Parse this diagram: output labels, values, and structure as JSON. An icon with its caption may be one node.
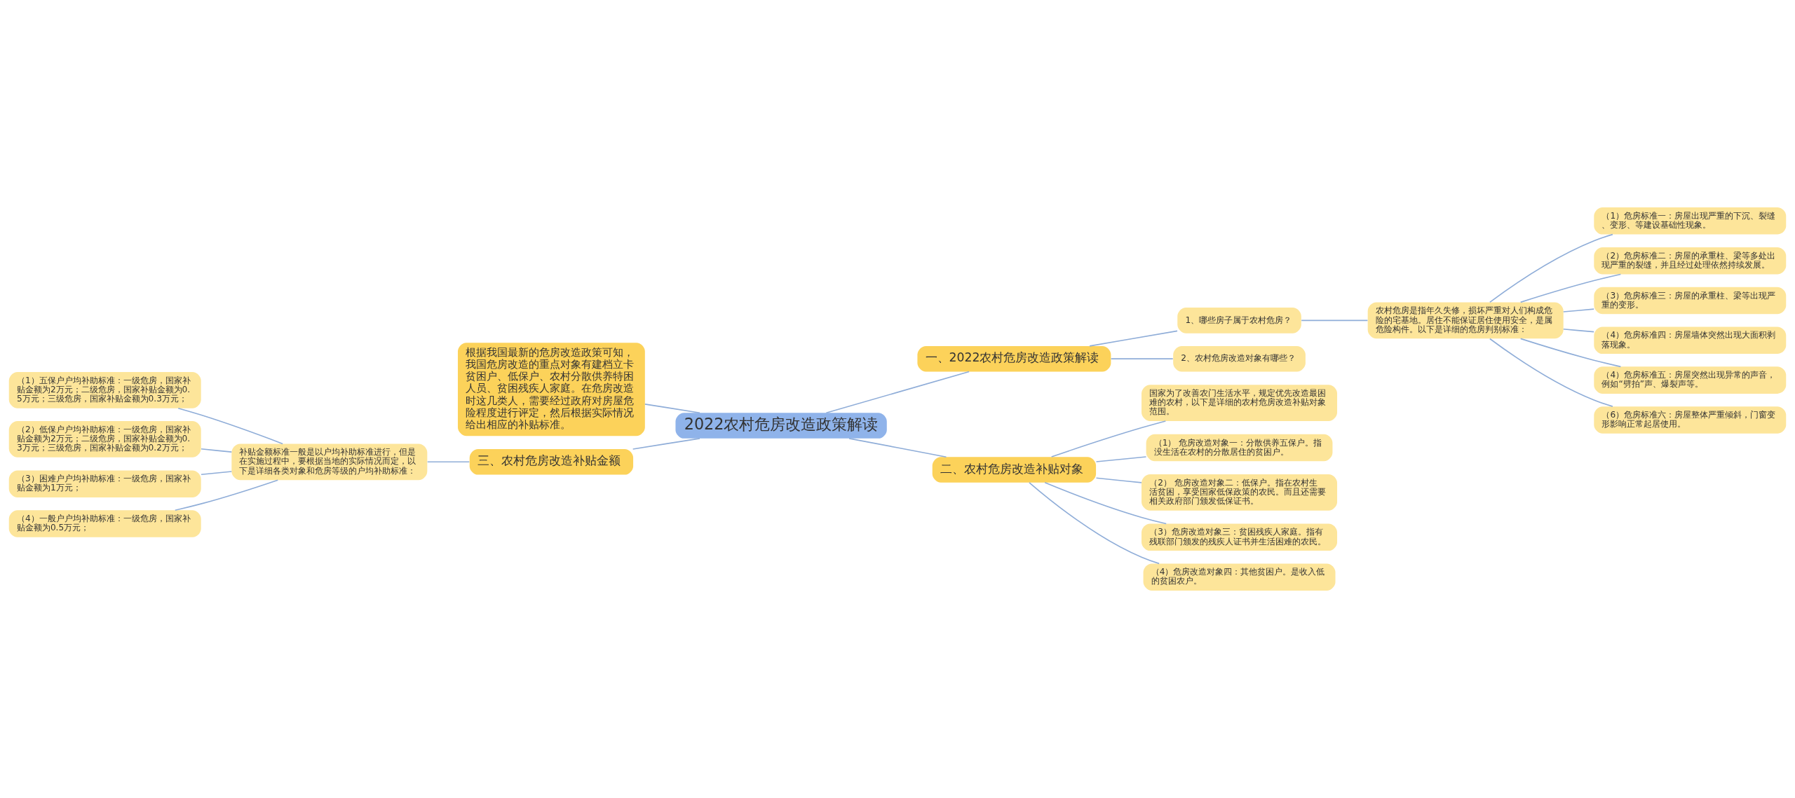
{
  "diagram": {
    "nodes": [
      {
        "text": [
          "2022农村危房改造政策解读"
        ]
      },
      {
        "text": [
          "一、2022农村危房改造政策解读"
        ]
      },
      {
        "text": [
          "1、哪些房子属于农村危房？"
        ]
      },
      {
        "text": [
          "农村危房是指年久失修，损坏严重对人们构成危险的宅基地。居住不能保证居住使用安全，是属危险构件。以下是详细的危房判别标准："
        ]
      },
      {
        "text": [
          "（1）危房标准一：房屋出现严重的下沉、裂缝、变形、等建设基础性现象。"
        ]
      },
      {
        "text": [
          "（2）危房标准二：房屋的承重柱、梁等多处出现严重的裂缝，并且经过处理依然持续发展。"
        ]
      },
      {
        "text": [
          "（3）危房标准三：房屋的承重柱、梁等出现严重的变形。"
        ]
      },
      {
        "text": [
          "（4）危房标准四：房屋墙体突然出现大面积剥落现象。"
        ]
      },
      {
        "text": [
          "（4）危房标准五：房屋突然出现异常的声音，例如“劈拍”声、爆裂声等。"
        ]
      },
      {
        "text": [
          "（6）危房标准六：房屋整体严重倾斜，门窗变形影响正常起居使用。"
        ]
      },
      {
        "text": [
          "2、农村危房改造对象有哪些？"
        ]
      },
      {
        "text": [
          "二、农村危房改造补贴对象"
        ]
      },
      {
        "text": [
          "国家为了改善农门生活水平，规定优先改造最困难的农村，以下是详细的农村危房改造补贴对象范围。"
        ]
      },
      {
        "text": [
          "（1） 危房改造对象一：分散供养五保户。指没生活在农村的分散居住的贫困户。"
        ]
      },
      {
        "text": [
          "（2） 危房改造对象二：低保户。指在农村生活贫困，享受国家低保政策的农民。而且还需要相关政府部门颁发低保证书。"
        ]
      },
      {
        "text": [
          "（3）危房改造对象三：贫困残疾人家庭。指有残联部门颁发的残疾人证书并生活困难的农民。"
        ]
      },
      {
        "text": [
          "（4）危房改造对象四：其他贫困户。是收入低的贫困农户。"
        ]
      },
      {
        "text": [
          "根据我国最新的危房改造政策可知，我国危房改造的重点对象有建档立卡贫困户、低保户、农村分散供养特困人员、贫困残疾人家庭。在危房改造时这几类人，需要经过政府对房屋危险程度进行评定，然后根据实际情况给出相应的补贴标准。"
        ]
      },
      {
        "text": [
          "三、农村危房改造补贴金额"
        ]
      },
      {
        "text": [
          "补贴金额标准一般是以户均补助标准进行，但是在实施过程中，要根据当地的实际情况而定，以下是详细各类对象和危房等级的户均补助标准："
        ]
      },
      {
        "text": [
          "（1）五保户户均补助标准：一级危房，国家补贴金额为2万元；二级危房，国家补贴金额为0.5万元；三级危房，国家补贴金额为0.3万元；"
        ]
      },
      {
        "text": [
          "（2）低保户户均补助标准：一级危房，国家补贴金额为2万元；二级危房，国家补贴金额为0.3万元；三级危房，国家补贴金额为0.2万元；"
        ]
      },
      {
        "text": [
          "（3）困难户户均补助标准：一级危房，国家补贴金额为1万元；"
        ]
      },
      {
        "text": [
          "（4）一般户户均补助标准：一级危房，国家补贴金额为0.5万元；"
        ]
      }
    ],
    "edges": [
      {
        "from": 0,
        "to": 1,
        "arrow": "none"
      },
      {
        "from": 1,
        "to": 2,
        "arrow": "none"
      },
      {
        "from": 2,
        "to": 3,
        "arrow": "none"
      },
      {
        "from": 3,
        "to": 4,
        "arrow": "none"
      },
      {
        "from": 3,
        "to": 5,
        "arrow": "none"
      },
      {
        "from": 3,
        "to": 6,
        "arrow": "none"
      },
      {
        "from": 3,
        "to": 7,
        "arrow": "none"
      },
      {
        "from": 3,
        "to": 8,
        "arrow": "none"
      },
      {
        "from": 3,
        "to": 9,
        "arrow": "none"
      },
      {
        "from": 1,
        "to": 10,
        "arrow": "none"
      },
      {
        "from": 0,
        "to": 11,
        "arrow": "none"
      },
      {
        "from": 11,
        "to": 12,
        "arrow": "none"
      },
      {
        "from": 11,
        "to": 13,
        "arrow": "none"
      },
      {
        "from": 11,
        "to": 14,
        "arrow": "none"
      },
      {
        "from": 11,
        "to": 15,
        "arrow": "none"
      },
      {
        "from": 11,
        "to": 16,
        "arrow": "none"
      },
      {
        "from": 0,
        "to": 17,
        "arrow": "none"
      },
      {
        "from": 0,
        "to": 18,
        "arrow": "none"
      },
      {
        "from": 18,
        "to": 19,
        "arrow": "none"
      },
      {
        "from": 19,
        "to": 20,
        "arrow": "none"
      },
      {
        "from": 19,
        "to": 21,
        "arrow": "none"
      },
      {
        "from": 19,
        "to": 22,
        "arrow": "none"
      },
      {
        "from": 19,
        "to": 23,
        "arrow": "none"
      }
    ]
  }
}
